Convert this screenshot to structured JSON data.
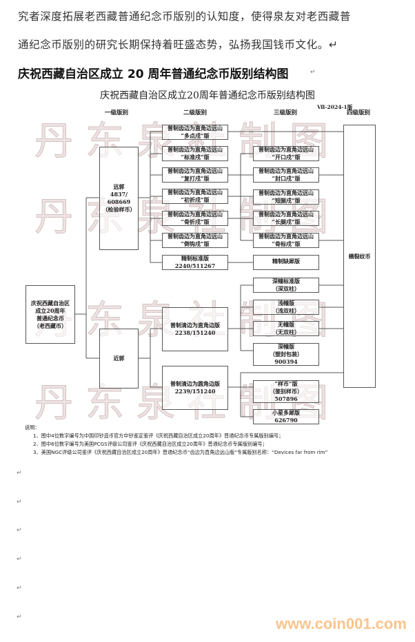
{
  "body": {
    "para_line1": "究者深度拓展老西藏普通纪念币版别的认知度，使得泉友对老西藏普",
    "para_line2": "通纪念币版别的研究长期保持着旺盛态势，弘扬我国钱币文化。↵",
    "heading": "庆祝西藏自治区成立 20 周年普通纪念币版别结构图",
    "return_mark": "↵"
  },
  "chart": {
    "title": "庆祝西藏自治区成立20周年普通纪念币版别结构图",
    "version": "Ⅶ-2024-1版",
    "levels": [
      "一级版别",
      "二级版别",
      "三级版别",
      "四级版别"
    ],
    "watermark": "丹东泉社制图",
    "root": [
      "庆祝西藏自治区",
      "成立20周年",
      "普通纪念币",
      "（老西藏币）"
    ],
    "l1": {
      "yuanguo": [
        "远郭",
        "4837/",
        "608669",
        "（检验样币）"
      ],
      "jinguo": [
        "近郭"
      ]
    },
    "l2": [
      [
        "普制齿边为直角边远山",
        "“多点戌”版"
      ],
      [
        "普制齿边为直角边远山",
        "“标准戌”版"
      ],
      [
        "普制齿边为直角边远山",
        "“复打戌”版"
      ],
      [
        "普制齿边为直角边远山",
        "“初折戌”版"
      ],
      [
        "普制齿边为直角边远山",
        "“骨折戌”版"
      ],
      [
        "普制齿边为直角边远山",
        "“倒钩戌”版"
      ],
      [
        "精制标准版",
        "2240/511267"
      ],
      [
        "普制清边为直角边版",
        "2238/151240"
      ],
      [
        "普制清边为圆角边版",
        "2239/151240"
      ]
    ],
    "l3": [
      [
        "普制齿边为直角边远山",
        "“开口戌”版"
      ],
      [
        "普制齿边为直角边远山",
        "“封口戌”版"
      ],
      [
        "普制齿边为直角边远山",
        "“短腿戌”版"
      ],
      [
        "普制齿边为直角边远山",
        "“长腿戌”版"
      ],
      [
        "普制齿边为直角边远山",
        "“骨标戌”版"
      ],
      [
        "精制缺犀版"
      ],
      [
        "深幢标准版",
        "（深双柱）"
      ],
      [
        "浅幢版",
        "（浅双柱）"
      ],
      [
        "无幢版",
        "（无双柱）"
      ],
      [
        "深幢版",
        "（塑封包装）",
        "900394"
      ],
      [
        "“样币”版",
        "（鉴别样币）",
        "507896"
      ],
      [
        "小星多犀版",
        "626790"
      ]
    ],
    "l4": [
      "横裂纹币"
    ],
    "notes": {
      "label": "说明：",
      "items": [
        "1、图中4位数字编号为中国印钞造币官方中钞鉴定鉴评《庆祝西藏自治区成立20周年》普通纪念币专属版别编号；",
        "2、图中6位数字编号为美国PCGS评级公司鉴评《庆祝西藏自治区成立20周年》普通纪念币专属版别编号；",
        "3、美国NGC评级公司鉴评《庆祝西藏自治区成立20周年》普通纪念币“齿边为直角边远山版”专属版别名称：“Devices far from rim”"
      ]
    }
  },
  "logo": "www.coin001.com"
}
